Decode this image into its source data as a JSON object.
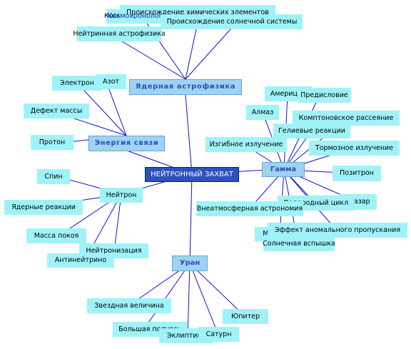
{
  "colors": {
    "line": "#1212cc",
    "leaf": "#9ff3f8",
    "branch": "#a0d2f4",
    "branch_text": "#1f57b8",
    "root": "#2f4fbf",
    "root_text": "#ffffff"
  },
  "root": "НЕЙТРОННЫЙ ЗАХВАТ",
  "branches": {
    "nucl": "Ядерная астрофизика",
    "energy": "Энергия связи",
    "gamma": "Гамма",
    "uran": "Уран"
  },
  "neutron": "Нейтрон",
  "leaves": {
    "nucl": [
      "Космохронология ядерная",
      "Происхождение химических элементов",
      "Происхождение солнечной системы",
      "Нейтринная астрофизика"
    ],
    "energy": [
      "Электрон",
      "Азот",
      "Дефект массы",
      "Протон"
    ],
    "neutron": [
      "Спин",
      "Ядерные реакции",
      "Масса покоя",
      "Антинейтрино",
      "Нейтронизация"
    ],
    "gamma": [
      "Америций",
      "Предисловие",
      "Алмаз",
      "Комптоновское рассеяние",
      "Гелиевые реакции",
      "Изгибное излучение",
      "Тормозное излучение",
      "Позитрон",
      "Водородный цикл",
      "Квазар",
      "Внеатмосферная астрономия",
      "Магнетар",
      "Эффект аномального пропускания",
      "Солнечная вспышка"
    ],
    "uran": [
      "Звездная величина",
      "Юпитер",
      "Большая полуось",
      "Эклиптика",
      "Сатурн"
    ]
  }
}
